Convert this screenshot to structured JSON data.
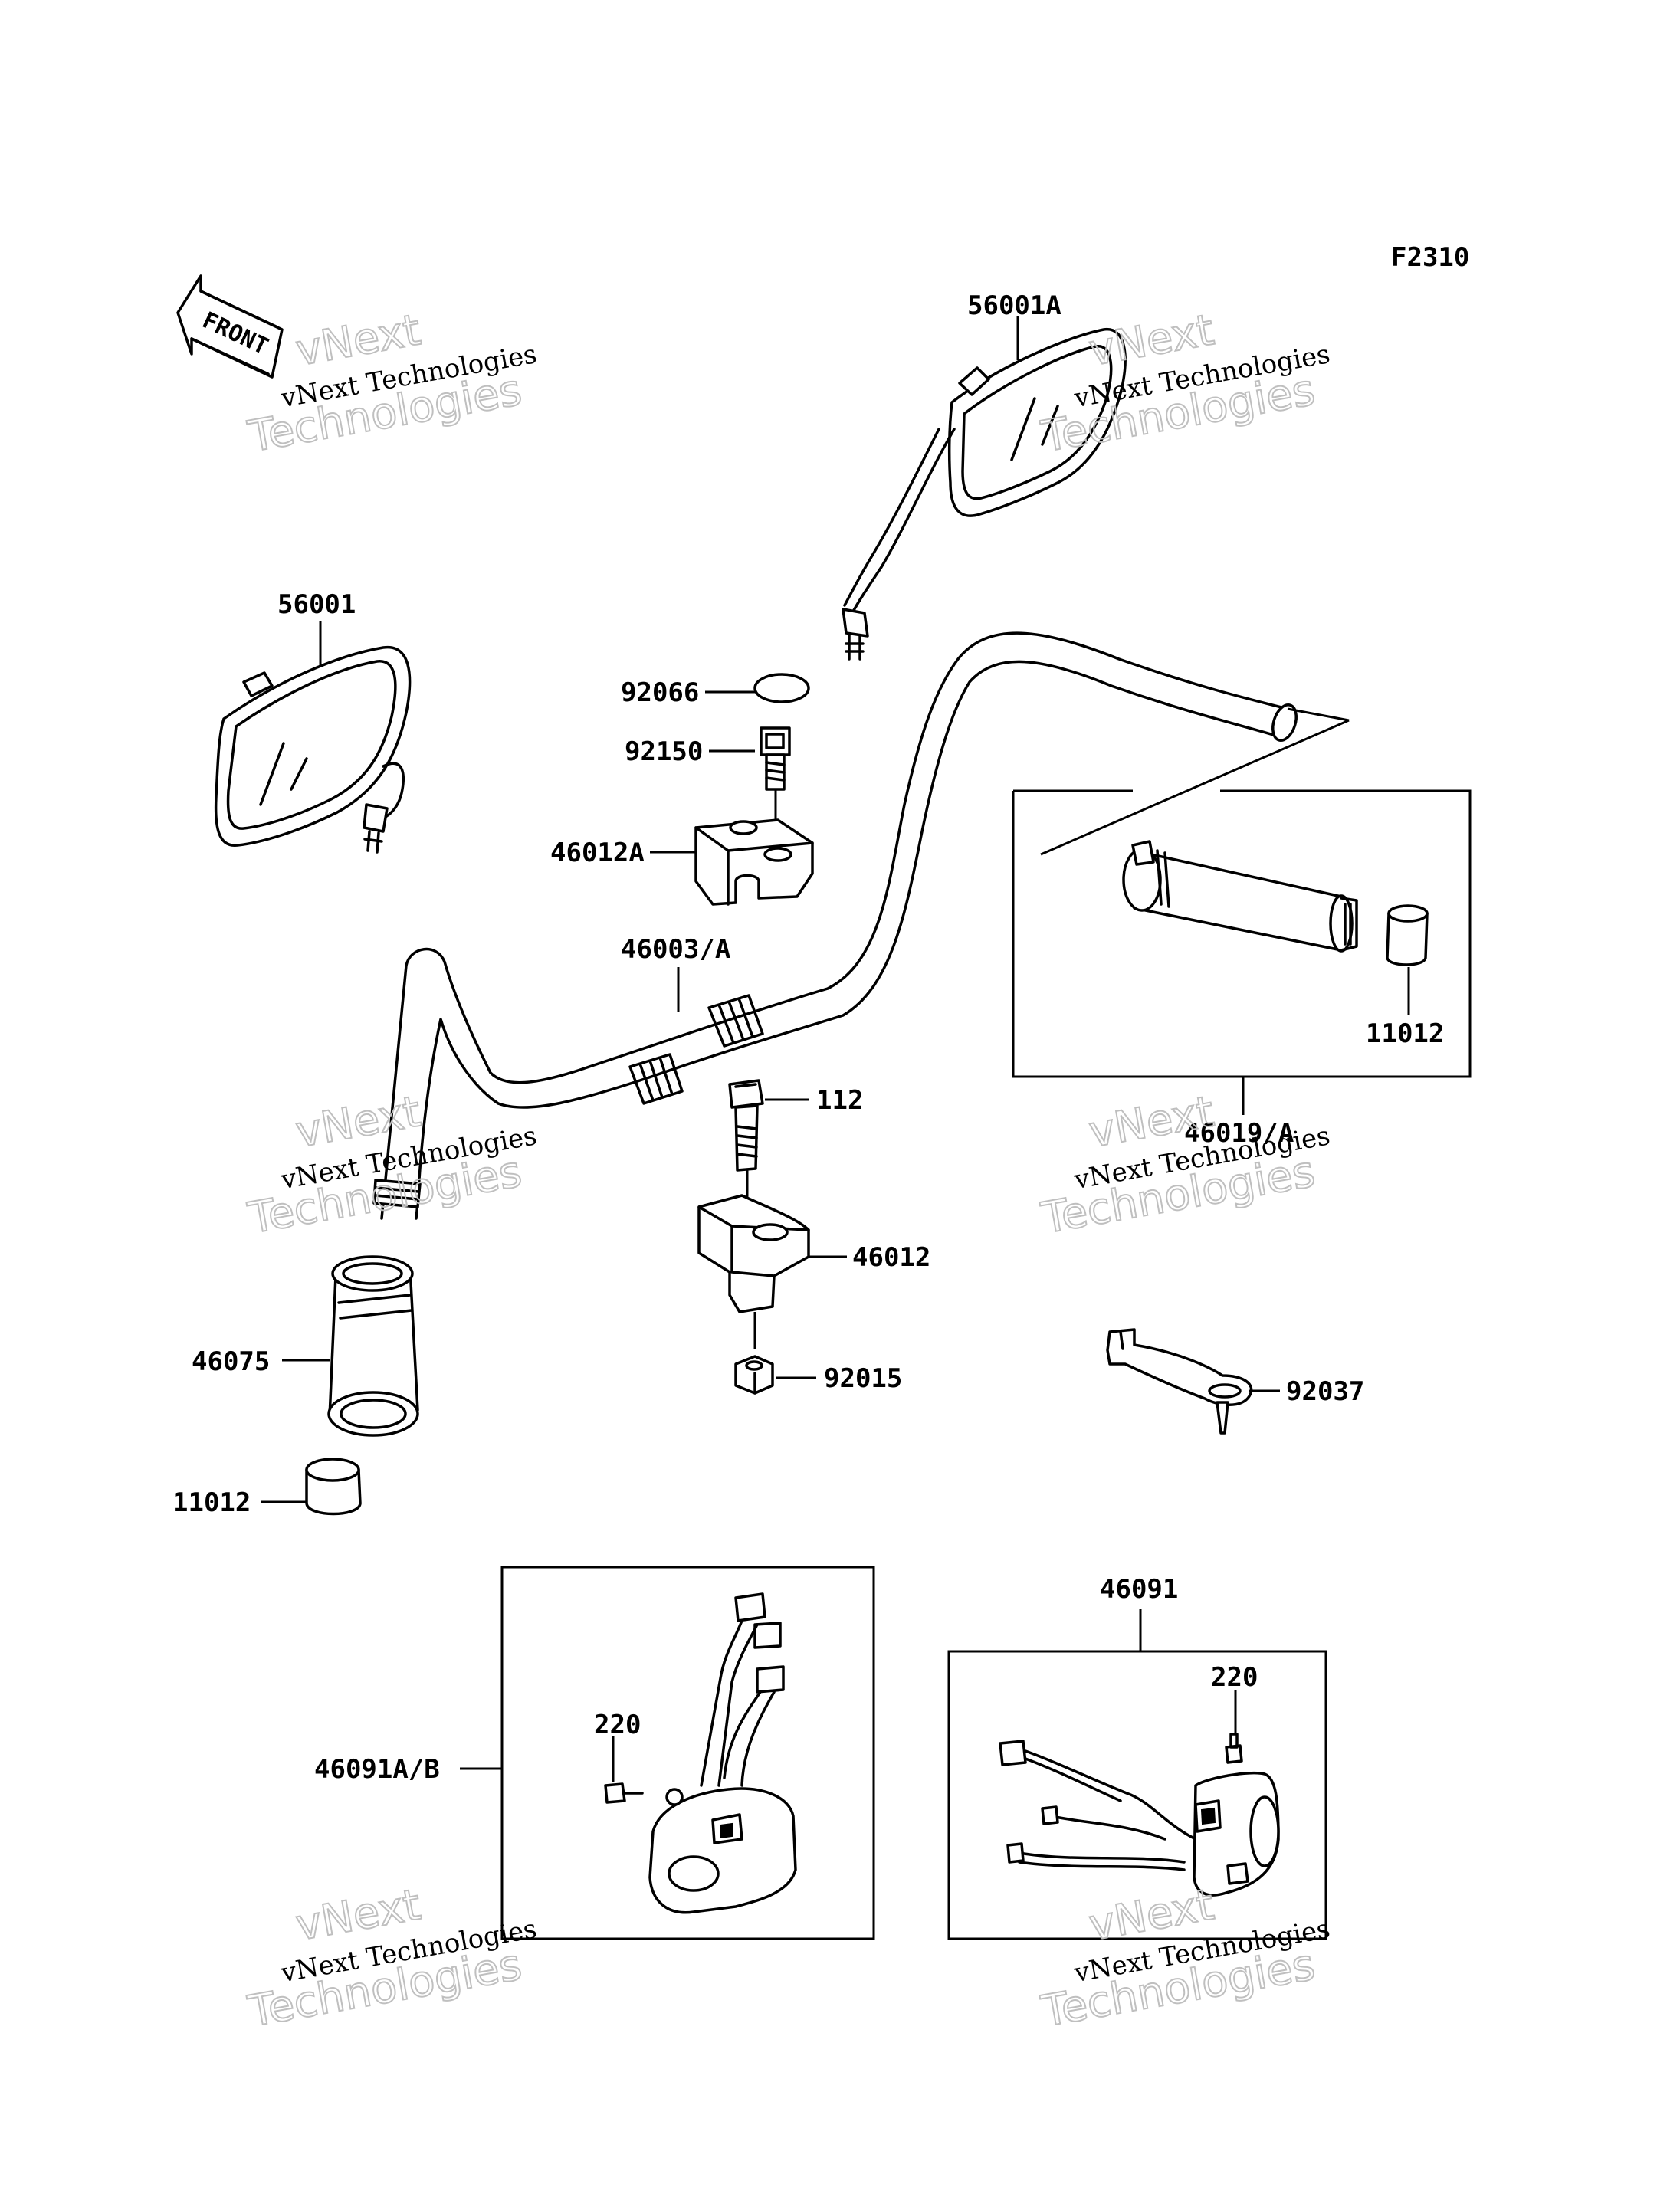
{
  "figure_code": "F2310",
  "front_label": "FRONT",
  "watermark": {
    "line1": "vNext",
    "line2": "vNext Technologies",
    "line3": "Technologies"
  },
  "labels": {
    "p56001A": "56001A",
    "p56001": "56001",
    "p92066": "92066",
    "p92150": "92150",
    "p46012A": "46012A",
    "p46003A": "46003/A",
    "p11012_r": "11012",
    "p46019A": "46019/A",
    "p112": "112",
    "p46012": "46012",
    "p46075": "46075",
    "p92015": "92015",
    "p92037": "92037",
    "p11012_l": "11012",
    "p46091": "46091",
    "p220_l": "220",
    "p220_r": "220",
    "p46091AB": "46091A/B"
  }
}
